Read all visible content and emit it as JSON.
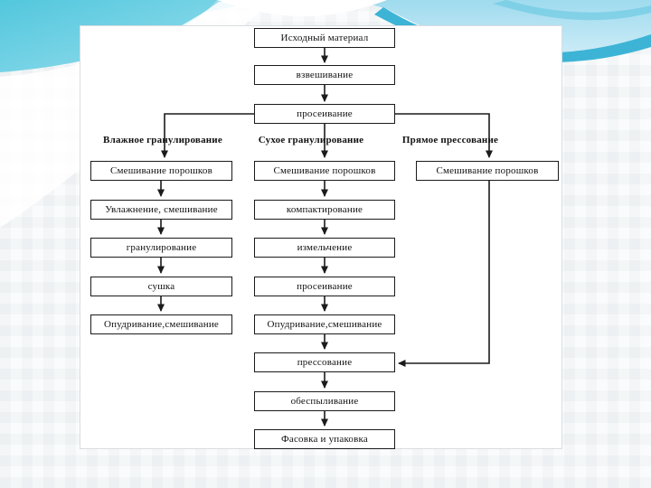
{
  "flowchart": {
    "top_chain": [
      "Исходный материал",
      "взвешивание",
      "просеивание"
    ],
    "branches": [
      {
        "heading": "Влажное гранулирование",
        "steps": [
          "Смешивание порошков",
          "Увлажнение, смешивание",
          "гранулирование",
          "сушка",
          "Опудривание,смешивание"
        ]
      },
      {
        "heading": "Сухое гранулирование",
        "steps": [
          "Смешивание порошков",
          "компактирование",
          "измельчение",
          "просеивание",
          "Опудривание,смешивание"
        ]
      },
      {
        "heading": "Прямое прессование",
        "steps": [
          "Смешивание порошков"
        ]
      }
    ],
    "final_chain": [
      "прессование",
      "обеспыливание",
      "Фасовка и упаковка"
    ]
  },
  "colors": {
    "accent_cyan": "#55c8dd",
    "accent_lightblue": "#a9def0",
    "accent_teal": "#3db4d6",
    "line": "#1b1b1b",
    "panel_border": "#d9dde0",
    "box_background": "#ffffff"
  }
}
